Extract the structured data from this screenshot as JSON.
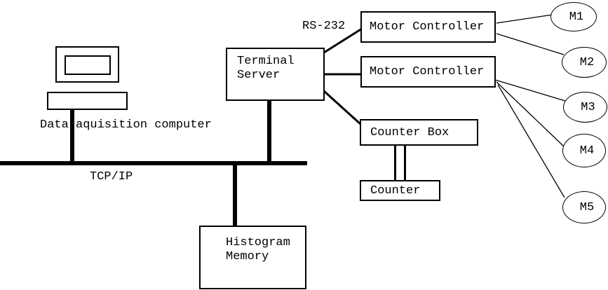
{
  "colors": {
    "line": "#000000",
    "background": "#ffffff"
  },
  "nodes": {
    "computer": {
      "label": "Data aquisition computer"
    },
    "bus": {
      "label": "TCP/IP"
    },
    "serial_link": {
      "label": "RS-232"
    },
    "terminal_server": {
      "lines": [
        "Terminal",
        "Server"
      ]
    },
    "motor_controller_1": {
      "label": "Motor Controller"
    },
    "motor_controller_2": {
      "label": "Motor Controller"
    },
    "counter_box": {
      "label": "Counter Box"
    },
    "counter": {
      "label": "Counter"
    },
    "histogram_memory": {
      "lines": [
        "Histogram",
        "Memory"
      ]
    },
    "motors": [
      {
        "label": "M1"
      },
      {
        "label": "M2"
      },
      {
        "label": "M3"
      },
      {
        "label": "M4"
      },
      {
        "label": "M5"
      }
    ]
  },
  "connections": [
    {
      "from": "data-acquisition-computer",
      "to": "tcp-ip-bus",
      "style": "thick"
    },
    {
      "from": "terminal-server",
      "to": "tcp-ip-bus",
      "style": "thick"
    },
    {
      "from": "histogram-memory",
      "to": "tcp-ip-bus",
      "style": "thick"
    },
    {
      "from": "terminal-server",
      "to": "motor-controller-1",
      "style": "thick",
      "label": "RS-232"
    },
    {
      "from": "terminal-server",
      "to": "motor-controller-2",
      "style": "thick"
    },
    {
      "from": "terminal-server",
      "to": "counter-box",
      "style": "thick"
    },
    {
      "from": "counter-box",
      "to": "counter",
      "style": "double"
    },
    {
      "from": "motor-controller-1",
      "to": "M1",
      "style": "thin"
    },
    {
      "from": "motor-controller-1",
      "to": "M2",
      "style": "thin"
    },
    {
      "from": "motor-controller-2",
      "to": "M3",
      "style": "thin"
    },
    {
      "from": "motor-controller-2",
      "to": "M4",
      "style": "thin"
    },
    {
      "from": "motor-controller-2",
      "to": "M5",
      "style": "thin"
    }
  ]
}
